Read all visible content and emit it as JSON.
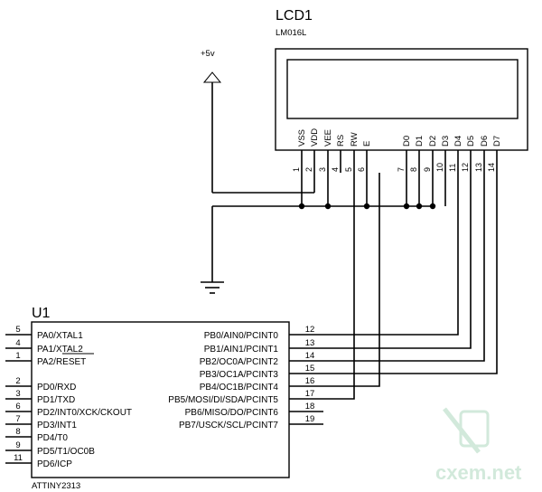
{
  "lcd": {
    "ref": "LCD1",
    "model": "LM016L",
    "pins": [
      {
        "name": "VSS",
        "num": "1"
      },
      {
        "name": "VDD",
        "num": "2"
      },
      {
        "name": "VEE",
        "num": "3"
      },
      {
        "name": "RS",
        "num": "4"
      },
      {
        "name": "RW",
        "num": "5"
      },
      {
        "name": "E",
        "num": "6"
      },
      {
        "name": "D0",
        "num": "7"
      },
      {
        "name": "D1",
        "num": "8"
      },
      {
        "name": "D2",
        "num": "9"
      },
      {
        "name": "D3",
        "num": "10"
      },
      {
        "name": "D4",
        "num": "11"
      },
      {
        "name": "D5",
        "num": "12"
      },
      {
        "name": "D6",
        "num": "13"
      },
      {
        "name": "D7",
        "num": "14"
      }
    ]
  },
  "power": {
    "label": "+5v"
  },
  "mcu": {
    "ref": "U1",
    "model": "ATTINY2313",
    "left_pins": [
      {
        "num": "5",
        "name": "PA0/XTAL1"
      },
      {
        "num": "4",
        "name": "PA1/XTAL2"
      },
      {
        "num": "1",
        "name": "PA2/RESET"
      },
      {
        "num": "2",
        "name": "PD0/RXD"
      },
      {
        "num": "3",
        "name": "PD1/TXD"
      },
      {
        "num": "6",
        "name": "PD2/INT0/XCK/CKOUT"
      },
      {
        "num": "7",
        "name": "PD3/INT1"
      },
      {
        "num": "8",
        "name": "PD4/T0"
      },
      {
        "num": "9",
        "name": "PD5/T1/OC0B"
      },
      {
        "num": "11",
        "name": "PD6/ICP"
      }
    ],
    "right_pins": [
      {
        "num": "12",
        "name": "PB0/AIN0/PCINT0"
      },
      {
        "num": "13",
        "name": "PB1/AIN1/PCINT1"
      },
      {
        "num": "14",
        "name": "PB2/OC0A/PCINT2"
      },
      {
        "num": "15",
        "name": "PB3/OC1A/PCINT3"
      },
      {
        "num": "16",
        "name": "PB4/OC1B/PCINT4"
      },
      {
        "num": "17",
        "name": "PB5/MOSI/DI/SDA/PCINT5"
      },
      {
        "num": "18",
        "name": "PB6/MISO/DO/PCINT6"
      },
      {
        "num": "19",
        "name": "PB7/USCK/SCL/PCINT7"
      }
    ]
  },
  "watermark": "cxem.net"
}
